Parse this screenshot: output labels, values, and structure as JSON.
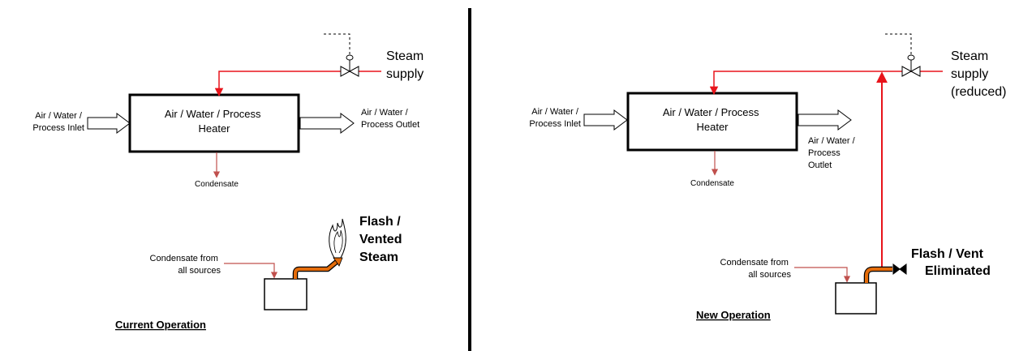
{
  "colors": {
    "steam_line": "#e8141b",
    "condensate_line": "#c0504d",
    "flash_pipe": "#e46c0a",
    "divider": "#000000"
  },
  "left": {
    "inlet": [
      "Air / Water /",
      "Process Inlet"
    ],
    "heater": [
      "Air / Water / Process",
      "Heater"
    ],
    "outlet": [
      "Air / Water /",
      "Process Outlet"
    ],
    "steam": [
      "Steam",
      "supply"
    ],
    "condensate": "Condensate",
    "condensate_all": [
      "Condensate from",
      "all sources"
    ],
    "flash": [
      "Flash /",
      "Vented",
      "Steam"
    ],
    "caption": "Current Operation"
  },
  "right": {
    "inlet": [
      "Air / Water /",
      "Process Inlet"
    ],
    "heater": [
      "Air / Water / Process",
      "Heater"
    ],
    "outlet": [
      "Air / Water /",
      "Process",
      "Outlet"
    ],
    "steam": [
      "Steam",
      "supply",
      "(reduced)"
    ],
    "condensate": "Condensate",
    "condensate_all": [
      "Condensate from",
      "all sources"
    ],
    "flash": [
      "Flash / Vent",
      "Eliminated"
    ],
    "caption": "New Operation"
  }
}
